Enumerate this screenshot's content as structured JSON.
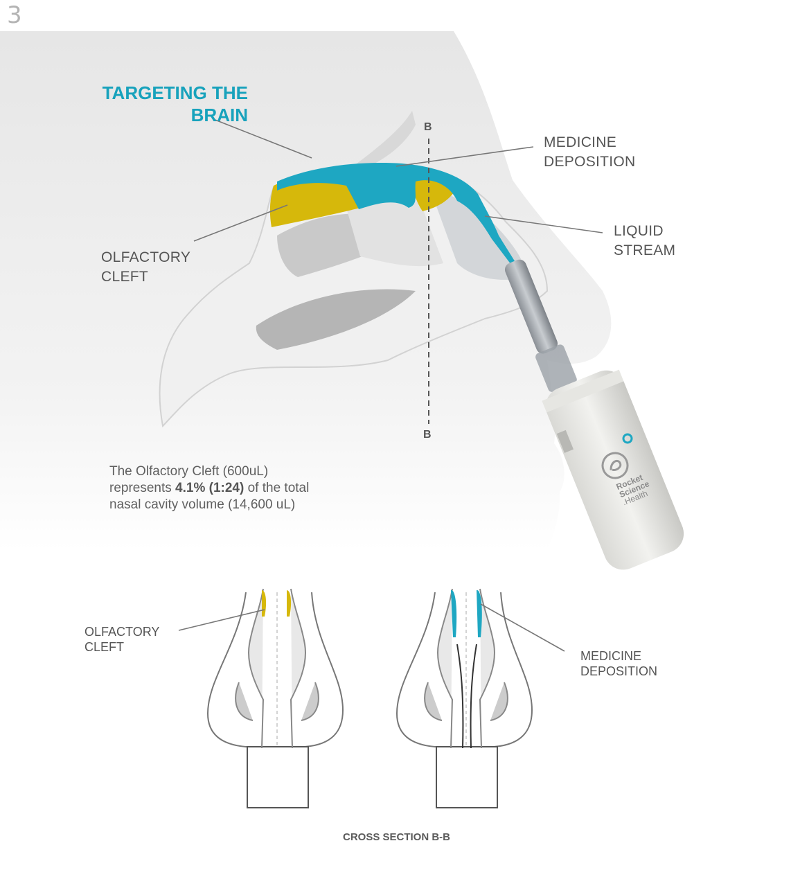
{
  "page_number": "3",
  "title_line1": "TARGETING THE",
  "title_line2": "BRAIN",
  "labels": {
    "medicine_deposition_1": "MEDICINE",
    "medicine_deposition_2": "DEPOSITION",
    "liquid_stream_1": "LIQUID",
    "liquid_stream_2": "STREAM",
    "olfactory_cleft_1": "OLFACTORY",
    "olfactory_cleft_2": "CLEFT",
    "section_marker_top": "B",
    "section_marker_bottom": "B"
  },
  "note": {
    "line1": "The Olfactory Cleft (600uL)",
    "line2_pre": "represents ",
    "line2_bold": "4.1% (1:24)",
    "line2_post": " of the total",
    "line3": "nasal cavity volume (14,600 uL)"
  },
  "device_brand": {
    "line1": "Rocket",
    "line2": "Science",
    "line3": ".Health"
  },
  "cross_section": {
    "left_label_1": "OLFACTORY",
    "left_label_2": "CLEFT",
    "right_label_1": "MEDICINE",
    "right_label_2": "DEPOSITION",
    "caption": "CROSS SECTION B-B"
  },
  "colors": {
    "title_teal": "#17a2bc",
    "olfactory_yellow": "#d6b80b",
    "medicine_teal": "#1ea7c2"
  }
}
